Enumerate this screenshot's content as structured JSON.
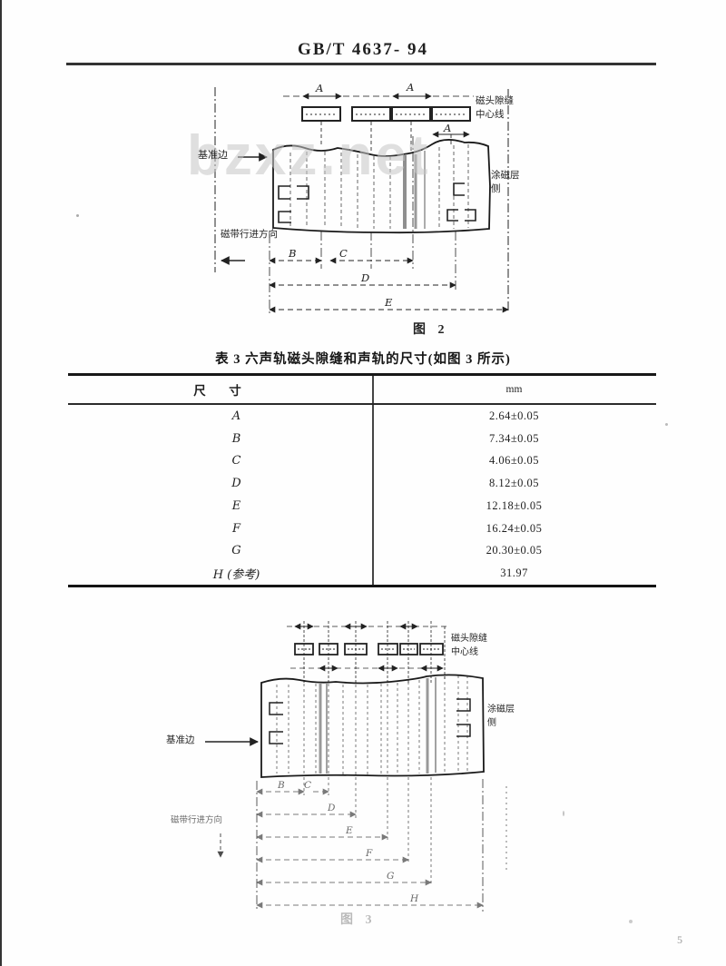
{
  "page": {
    "standard_number": "GB/T 4637- 94",
    "page_number": "5",
    "watermark": "bzxz.net"
  },
  "figure2": {
    "caption": "图 2",
    "labels": {
      "gap_center_line": "磁头隙缝中心线",
      "coating_side": "涂磁层侧",
      "reference_edge": "基准边",
      "tape_direction": "磁带行进方向"
    },
    "dims": {
      "a": "A",
      "b": "B",
      "c": "C",
      "d": "D",
      "e": "E"
    }
  },
  "table3": {
    "title": "表 3  六声轨磁头隙缝和声轨的尺寸(如图 3 所示)",
    "columns": {
      "dimension": "尺　寸",
      "unit": "mm"
    },
    "rows": [
      {
        "dim": "A",
        "value": "2.64±0.05"
      },
      {
        "dim": "B",
        "value": "7.34±0.05"
      },
      {
        "dim": "C",
        "value": "4.06±0.05"
      },
      {
        "dim": "D",
        "value": "8.12±0.05"
      },
      {
        "dim": "E",
        "value": "12.18±0.05"
      },
      {
        "dim": "F",
        "value": "16.24±0.05"
      },
      {
        "dim": "G",
        "value": "20.30±0.05"
      },
      {
        "dim": "H (参考)",
        "value": "31.97"
      }
    ]
  },
  "figure3": {
    "caption": "图 3",
    "labels": {
      "gap_center_line": "磁头隙缝中心线",
      "coating_side": "涂磁层侧",
      "reference_edge": "基准边",
      "tape_direction": "磁带行进方向"
    },
    "dims": {
      "b": "B",
      "c": "C",
      "d": "D",
      "e": "E",
      "f": "F",
      "g": "G",
      "h": "H"
    }
  }
}
